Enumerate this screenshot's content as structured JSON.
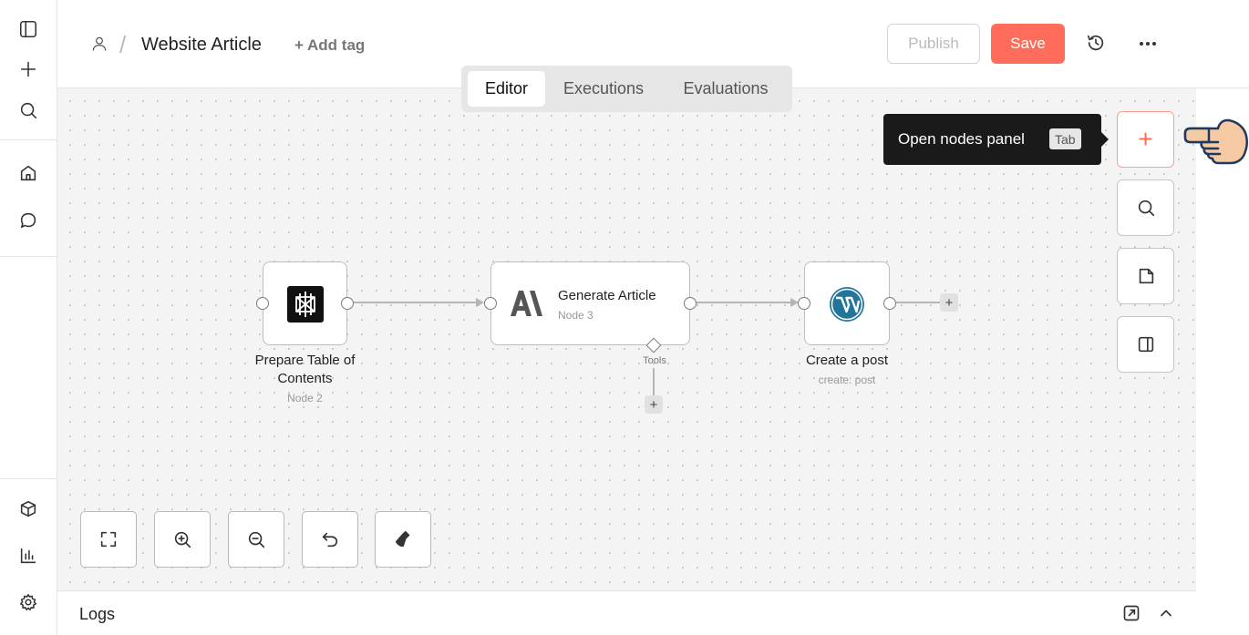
{
  "header": {
    "title": "Website Article",
    "add_tag": "+ Add tag",
    "publish_label": "Publish",
    "save_label": "Save"
  },
  "tabs": [
    {
      "label": "Editor",
      "active": true
    },
    {
      "label": "Executions",
      "active": false
    },
    {
      "label": "Evaluations",
      "active": false
    }
  ],
  "nodes": [
    {
      "label": "Prepare Table of Contents",
      "sub": "Node 2",
      "icon": "perplexity-icon"
    },
    {
      "label": "Generate Article",
      "sub": "Node 3",
      "icon": "anthropic-icon",
      "tools_label": "Tools"
    },
    {
      "label": "Create a post",
      "sub": "create: post",
      "icon": "wordpress-icon"
    }
  ],
  "tooltip": {
    "text": "Open nodes panel",
    "shortcut": "Tab"
  },
  "logs": {
    "title": "Logs"
  },
  "colors": {
    "accent": "#ff6d5a",
    "canvas_bg": "#f4f4f4",
    "tooltip_bg": "#1a1a1a"
  }
}
